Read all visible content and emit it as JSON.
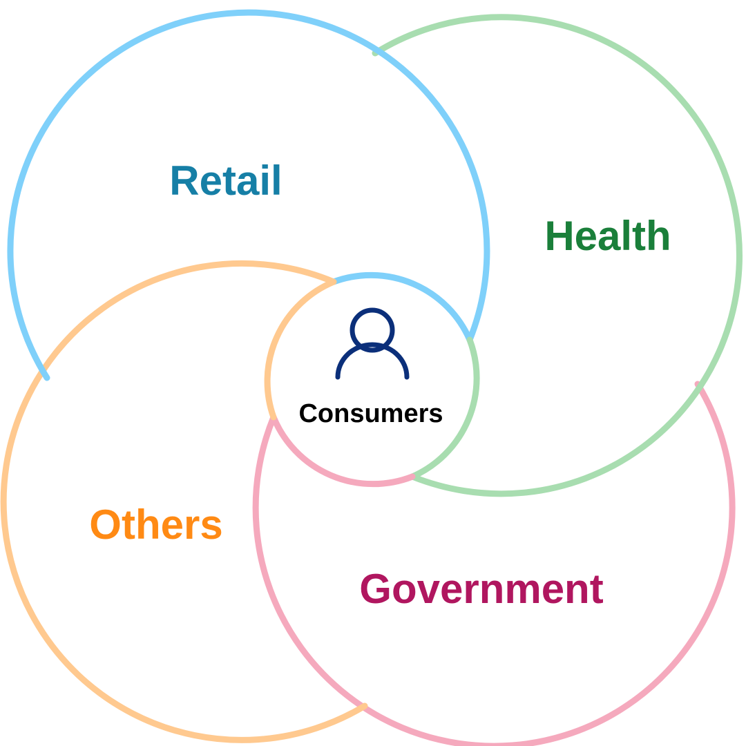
{
  "diagram": {
    "center": {
      "label": "Consumers",
      "icon": "person-icon",
      "icon_color": "#0b2f7a"
    },
    "sectors": [
      {
        "id": "retail",
        "label": "Retail",
        "label_color": "#167fa6",
        "ring_color": "#7fd0fa"
      },
      {
        "id": "health",
        "label": "Health",
        "label_color": "#1a7f3a",
        "ring_color": "#a8ddb0"
      },
      {
        "id": "government",
        "label": "Government",
        "label_color": "#b0165f",
        "ring_color": "#f5a9bd"
      },
      {
        "id": "others",
        "label": "Others",
        "label_color": "#ff8a14",
        "ring_color": "#ffc98f"
      }
    ]
  }
}
